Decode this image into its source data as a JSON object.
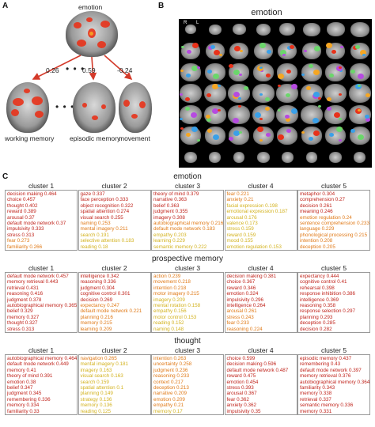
{
  "panels": {
    "a": "A",
    "b": "B",
    "c": "C"
  },
  "panel_a": {
    "top_label": "emotion",
    "weights": [
      "0.26",
      "0.59",
      "-0.24"
    ],
    "dots": "• • •",
    "bottom_labels": [
      "working memory",
      "episodic memory",
      "movement"
    ]
  },
  "panel_b": {
    "title": "emotion",
    "r_label": "R",
    "l_label": "L"
  },
  "colors": {
    "red": "#c0241c",
    "orange": "#e07a18",
    "yellow": "#d3b21e",
    "arrow": "#d43a2a"
  },
  "sections": [
    {
      "title": "emotion",
      "clusters": [
        {
          "name": "cluster 1",
          "terms": [
            {
              "t": "decision making 0.464",
              "c": "red"
            },
            {
              "t": "choice 0.457",
              "c": "red"
            },
            {
              "t": "thought 0.402",
              "c": "red"
            },
            {
              "t": "reward 0.389",
              "c": "red"
            },
            {
              "t": "arousal 0.37",
              "c": "red"
            },
            {
              "t": "default mode network 0.37",
              "c": "red"
            },
            {
              "t": "impulsivity 0.333",
              "c": "red"
            },
            {
              "t": "stress 0.313",
              "c": "red"
            },
            {
              "t": "fear 0.273",
              "c": "orange"
            },
            {
              "t": "familiarity 0.266",
              "c": "orange"
            }
          ]
        },
        {
          "name": "cluster 2",
          "terms": [
            {
              "t": "gaze 0.337",
              "c": "red"
            },
            {
              "t": "face perception 0.333",
              "c": "red"
            },
            {
              "t": "object recognition 0.322",
              "c": "red"
            },
            {
              "t": "spatial attention 0.274",
              "c": "red"
            },
            {
              "t": "visual search 0.255",
              "c": "red"
            },
            {
              "t": "naming 0.253",
              "c": "orange"
            },
            {
              "t": "mental imagery 0.211",
              "c": "orange"
            },
            {
              "t": "search 0.191",
              "c": "yellow"
            },
            {
              "t": "selective attention 0.183",
              "c": "yellow"
            },
            {
              "t": "reading 0.18",
              "c": "yellow"
            }
          ]
        },
        {
          "name": "cluster 3",
          "terms": [
            {
              "t": "theory of mind 0.379",
              "c": "red"
            },
            {
              "t": "narrative 0.363",
              "c": "red"
            },
            {
              "t": "belief 0.363",
              "c": "red"
            },
            {
              "t": "judgment 0.355",
              "c": "red"
            },
            {
              "t": "imagery 0.308",
              "c": "red"
            },
            {
              "t": "autobiographical memory 0.216",
              "c": "orange"
            },
            {
              "t": "default mode network 0.183",
              "c": "orange"
            },
            {
              "t": "empathy 0.203",
              "c": "yellow"
            },
            {
              "t": "learning 0.229",
              "c": "yellow"
            },
            {
              "t": "semantic memory 0.222",
              "c": "yellow"
            }
          ]
        },
        {
          "name": "cluster 4",
          "terms": [
            {
              "t": "fear 0.221",
              "c": "orange"
            },
            {
              "t": "anxiety 0.21",
              "c": "orange"
            },
            {
              "t": "facial expression 0.198",
              "c": "yellow"
            },
            {
              "t": "emotional expression 0.187",
              "c": "yellow"
            },
            {
              "t": "arousal 0.176",
              "c": "yellow"
            },
            {
              "t": "valence 0.173",
              "c": "yellow"
            },
            {
              "t": "stress 0.159",
              "c": "yellow"
            },
            {
              "t": "reward 0.159",
              "c": "yellow"
            },
            {
              "t": "mood 0.155",
              "c": "yellow"
            },
            {
              "t": "emotion regulation 0.153",
              "c": "yellow"
            }
          ]
        },
        {
          "name": "cluster 5",
          "terms": [
            {
              "t": "metaphor 0.304",
              "c": "red"
            },
            {
              "t": "comprehension 0.27",
              "c": "red"
            },
            {
              "t": "decision 0.261",
              "c": "red"
            },
            {
              "t": "meaning 0.246",
              "c": "red"
            },
            {
              "t": "emotion regulation 0.24",
              "c": "orange"
            },
            {
              "t": "sentence comprehension 0.233",
              "c": "orange"
            },
            {
              "t": "language 0.229",
              "c": "orange"
            },
            {
              "t": "phonological processing 0.215",
              "c": "orange"
            },
            {
              "t": "intention 0.208",
              "c": "orange"
            },
            {
              "t": "deception 0.205",
              "c": "orange"
            }
          ]
        }
      ]
    },
    {
      "title": "prospective memory",
      "clusters": [
        {
          "name": "cluster 1",
          "terms": [
            {
              "t": "default mode network 0.457",
              "c": "red"
            },
            {
              "t": "memory retrieval 0.443",
              "c": "red"
            },
            {
              "t": "retrieval 0.431",
              "c": "red"
            },
            {
              "t": "reasoning 0.416",
              "c": "red"
            },
            {
              "t": "judgment 0.378",
              "c": "red"
            },
            {
              "t": "autobiographical memory 0.365",
              "c": "red"
            },
            {
              "t": "belief 0.329",
              "c": "red"
            },
            {
              "t": "memory 0.327",
              "c": "red"
            },
            {
              "t": "thought 0.327",
              "c": "red"
            },
            {
              "t": "stress 0.313",
              "c": "red"
            }
          ]
        },
        {
          "name": "cluster 2",
          "terms": [
            {
              "t": "intelligence 0.342",
              "c": "red"
            },
            {
              "t": "reasoning 0.336",
              "c": "red"
            },
            {
              "t": "judgment 0.304",
              "c": "red"
            },
            {
              "t": "cognitive control 0.301",
              "c": "red"
            },
            {
              "t": "decision 0.269",
              "c": "red"
            },
            {
              "t": "expectancy 0.247",
              "c": "orange"
            },
            {
              "t": "default mode network 0.221",
              "c": "orange"
            },
            {
              "t": "planning 0.216",
              "c": "orange"
            },
            {
              "t": "memory 0.215",
              "c": "orange"
            },
            {
              "t": "learning 0.209",
              "c": "orange"
            }
          ]
        },
        {
          "name": "cluster 3",
          "terms": [
            {
              "t": "action 0.239",
              "c": "orange"
            },
            {
              "t": "movement 0.218",
              "c": "orange"
            },
            {
              "t": "intention 0.218",
              "c": "orange"
            },
            {
              "t": "motor imagery 0.215",
              "c": "orange"
            },
            {
              "t": "imagery 0.209",
              "c": "yellow"
            },
            {
              "t": "mental rotation 0.158",
              "c": "yellow"
            },
            {
              "t": "empathy 0.156",
              "c": "yellow"
            },
            {
              "t": "motor control 0.153",
              "c": "yellow"
            },
            {
              "t": "reading 0.152",
              "c": "yellow"
            },
            {
              "t": "naming 0.148",
              "c": "yellow"
            }
          ]
        },
        {
          "name": "cluster 4",
          "terms": [
            {
              "t": "decision making 0.381",
              "c": "red"
            },
            {
              "t": "choice 0.367",
              "c": "red"
            },
            {
              "t": "reward 0.346",
              "c": "red"
            },
            {
              "t": "emotion 0.324",
              "c": "red"
            },
            {
              "t": "impulsivity 0.296",
              "c": "red"
            },
            {
              "t": "intelligence 0.264",
              "c": "red"
            },
            {
              "t": "arousal 0.261",
              "c": "orange"
            },
            {
              "t": "stress 0.243",
              "c": "orange"
            },
            {
              "t": "fear 0.233",
              "c": "orange"
            },
            {
              "t": "reasoning 0.224",
              "c": "orange"
            }
          ]
        },
        {
          "name": "cluster 5",
          "terms": [
            {
              "t": "expectancy 0.444",
              "c": "red"
            },
            {
              "t": "cognitive control 0.41",
              "c": "red"
            },
            {
              "t": "rehearsal 0.398",
              "c": "red"
            },
            {
              "t": "response inhibition 0.386",
              "c": "red"
            },
            {
              "t": "intelligence 0.369",
              "c": "red"
            },
            {
              "t": "reasoning 0.358",
              "c": "red"
            },
            {
              "t": "response selection 0.297",
              "c": "red"
            },
            {
              "t": "planning 0.293",
              "c": "red"
            },
            {
              "t": "deception 0.285",
              "c": "red"
            },
            {
              "t": "decision 0.282",
              "c": "red"
            }
          ]
        }
      ]
    },
    {
      "title": "thought",
      "clusters": [
        {
          "name": "cluster 1",
          "terms": [
            {
              "t": "autobiographical memory 0.464",
              "c": "red"
            },
            {
              "t": "default mode network 0.449",
              "c": "red"
            },
            {
              "t": "memory 0.41",
              "c": "red"
            },
            {
              "t": "theory of mind 0.391",
              "c": "red"
            },
            {
              "t": "emotion 0.38",
              "c": "red"
            },
            {
              "t": "belief 0.347",
              "c": "red"
            },
            {
              "t": "judgment 0.345",
              "c": "red"
            },
            {
              "t": "remembering 0.336",
              "c": "red"
            },
            {
              "t": "memory 0.334",
              "c": "red"
            },
            {
              "t": "familiarity 0.33",
              "c": "red"
            }
          ]
        },
        {
          "name": "cluster 2",
          "terms": [
            {
              "t": "navigation 0.265",
              "c": "orange"
            },
            {
              "t": "mental imagery 0.181",
              "c": "yellow"
            },
            {
              "t": "imagery 0.163",
              "c": "yellow"
            },
            {
              "t": "visual search 0.163",
              "c": "yellow"
            },
            {
              "t": "search 0.159",
              "c": "yellow"
            },
            {
              "t": "spatial attention 0.1",
              "c": "yellow"
            },
            {
              "t": "planning 0.149",
              "c": "yellow"
            },
            {
              "t": "strategy 0.136",
              "c": "yellow"
            },
            {
              "t": "memory 0.136",
              "c": "yellow"
            },
            {
              "t": "reading 0.125",
              "c": "yellow"
            }
          ]
        },
        {
          "name": "cluster 3",
          "terms": [
            {
              "t": "intention 0.263",
              "c": "orange"
            },
            {
              "t": "uncertainty 0.258",
              "c": "orange"
            },
            {
              "t": "judgment 0.236",
              "c": "orange"
            },
            {
              "t": "reasoning 0.233",
              "c": "orange"
            },
            {
              "t": "context 0.217",
              "c": "orange"
            },
            {
              "t": "deception 0.213",
              "c": "orange"
            },
            {
              "t": "narrative 0.209",
              "c": "orange"
            },
            {
              "t": "emotion 0.209",
              "c": "orange"
            },
            {
              "t": "empathy 0.21",
              "c": "orange"
            },
            {
              "t": "memory 0.17",
              "c": "yellow"
            }
          ]
        },
        {
          "name": "cluster 4",
          "terms": [
            {
              "t": "choice 0.599",
              "c": "red"
            },
            {
              "t": "decision making 0.596",
              "c": "red"
            },
            {
              "t": "default mode network 0.487",
              "c": "red"
            },
            {
              "t": "reward 0.475",
              "c": "red"
            },
            {
              "t": "emotion 0.454",
              "c": "red"
            },
            {
              "t": "stress 0.393",
              "c": "red"
            },
            {
              "t": "arousal 0.367",
              "c": "red"
            },
            {
              "t": "fear 0.362",
              "c": "red"
            },
            {
              "t": "anxiety 0.362",
              "c": "red"
            },
            {
              "t": "impulsivity 0.35",
              "c": "red"
            }
          ]
        },
        {
          "name": "cluster 5",
          "terms": [
            {
              "t": "episodic memory 0.437",
              "c": "red"
            },
            {
              "t": "remembering 0.43",
              "c": "red"
            },
            {
              "t": "default mode network 0.397",
              "c": "red"
            },
            {
              "t": "memory retrieval 0.376",
              "c": "red"
            },
            {
              "t": "autobiographical memory 0.364",
              "c": "red"
            },
            {
              "t": "familiarity 0.343",
              "c": "red"
            },
            {
              "t": "memory 0.338",
              "c": "red"
            },
            {
              "t": "retrieval 0.337",
              "c": "red"
            },
            {
              "t": "semantic memory 0.336",
              "c": "red"
            },
            {
              "t": "memory 0.331",
              "c": "red"
            }
          ]
        }
      ]
    }
  ]
}
